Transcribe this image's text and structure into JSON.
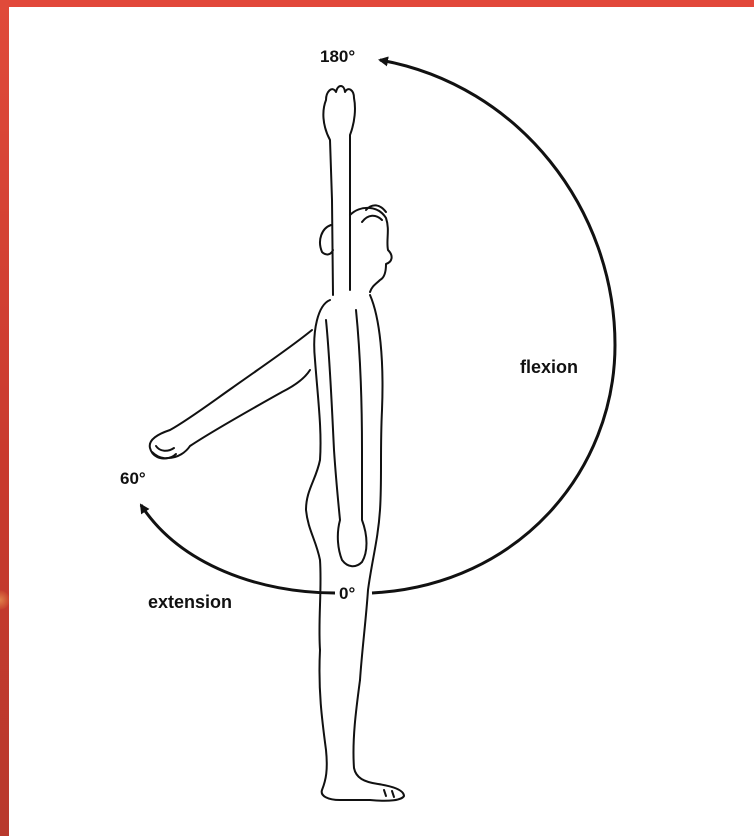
{
  "labels": {
    "top_angle": "180°",
    "bottom_angle": "0°",
    "back_angle": "60°",
    "flexion": "flexion",
    "extension": "extension"
  },
  "colors": {
    "border": "#e2483a",
    "ink": "#111111",
    "background": "#ffffff"
  }
}
